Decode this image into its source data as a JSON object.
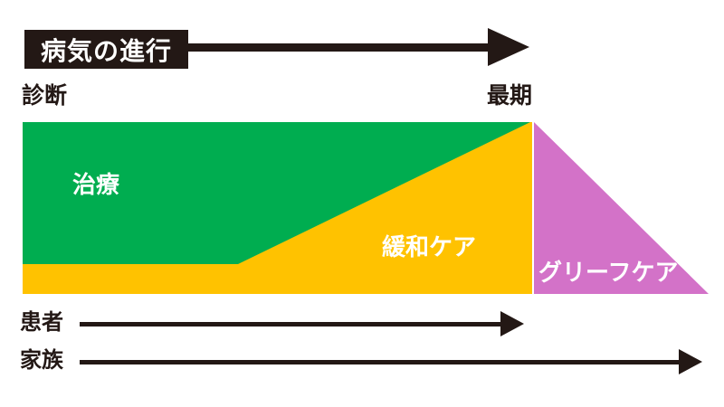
{
  "header": {
    "title": "病気の進行"
  },
  "timeline": {
    "start_label": "診断",
    "end_label": "最期"
  },
  "regions": {
    "treatment_label": "治療",
    "palliative_label": "緩和ケア",
    "grief_label": "グリーフケア"
  },
  "actors": {
    "patient_label": "患者",
    "family_label": "家族"
  },
  "colors": {
    "ink": "#231815",
    "treatment_green": "#00AD50",
    "palliative_yellow": "#FFC200",
    "grief_pink": "#D372C8"
  }
}
